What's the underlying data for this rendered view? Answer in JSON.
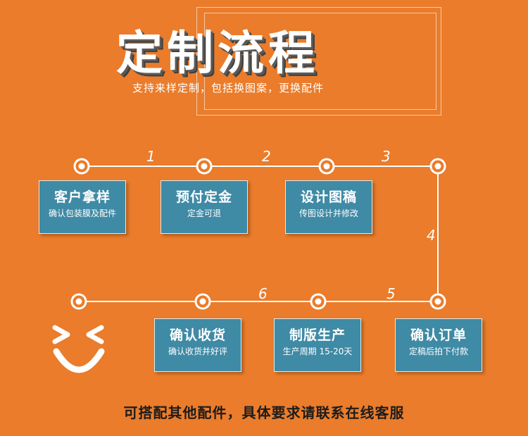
{
  "title": "定制流程",
  "subtitle": "支持来样定制，包括换图案，更换配件",
  "steps": {
    "s1": {
      "title": "客户拿样",
      "desc": "确认包装膜及配件"
    },
    "s2": {
      "title": "预付定金",
      "desc": "定金可退"
    },
    "s3": {
      "title": "设计图稿",
      "desc": "传图设计并修改"
    },
    "s4": {
      "title": "确认订单",
      "desc": "定稿后拍下付款"
    },
    "s5": {
      "title": "制版生产",
      "desc": "生产周期 15-20天"
    },
    "s6": {
      "title": "确认收货",
      "desc": "确认收货并好评"
    }
  },
  "numbers": [
    "1",
    "2",
    "3",
    "4",
    "5",
    "6"
  ],
  "footer": "可搭配其他配件，具体要求请联系在线客服",
  "colors": {
    "background": "#ea7c2b",
    "box": "#3f8aa5",
    "line": "#ffffff"
  },
  "icons": [
    "smiley-icon"
  ]
}
